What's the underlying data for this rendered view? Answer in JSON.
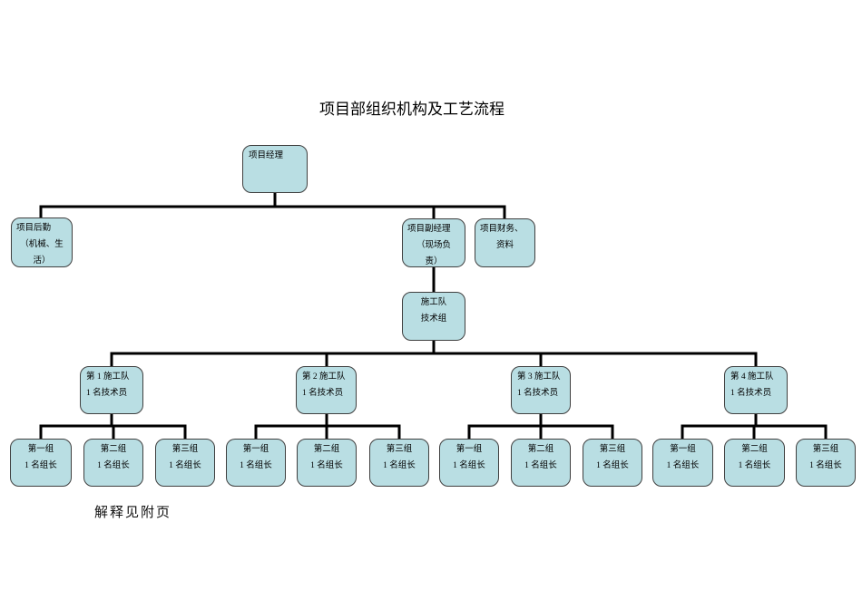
{
  "title": "项目部组织机构及工艺流程",
  "footer_note": "解释见附页",
  "colors": {
    "box_fill": "#b9dee3",
    "box_border": "#3f3f3f",
    "connector": "#000000",
    "background": "#ffffff"
  },
  "nodes": {
    "project_manager": {
      "lines": [
        "项目经理"
      ]
    },
    "logistics": {
      "lines": [
        "项目后勤",
        "（机械、生",
        "活）"
      ]
    },
    "deputy_manager": {
      "lines": [
        "项目副经理",
        "（现场负",
        "责）"
      ]
    },
    "finance": {
      "lines": [
        "项目财务、",
        "资料"
      ]
    },
    "tech_group": {
      "lines": [
        "施工队",
        "技术组"
      ]
    },
    "teams": [
      {
        "lines": [
          "第 1 施工队",
          "1 名技术员"
        ]
      },
      {
        "lines": [
          "第 2 施工队",
          "1 名技术员"
        ]
      },
      {
        "lines": [
          "第 3 施工队",
          "1 名技术员"
        ]
      },
      {
        "lines": [
          "第 4 施工队",
          "1 名技术员"
        ]
      }
    ],
    "groups": [
      {
        "lines": [
          "第一组",
          "1 名组长"
        ]
      },
      {
        "lines": [
          "第二组",
          "1 名组长"
        ]
      },
      {
        "lines": [
          "第三组",
          "1 名组长"
        ]
      },
      {
        "lines": [
          "第一组",
          "1 名组长"
        ]
      },
      {
        "lines": [
          "第二组",
          "1 名组长"
        ]
      },
      {
        "lines": [
          "第三组",
          "1 名组长"
        ]
      },
      {
        "lines": [
          "第一组",
          "1 名组长"
        ]
      },
      {
        "lines": [
          "第二组",
          "1 名组长"
        ]
      },
      {
        "lines": [
          "第三组",
          "1 名组长"
        ]
      },
      {
        "lines": [
          "第一组",
          "1 名组长"
        ]
      },
      {
        "lines": [
          "第二组",
          "1 名组长"
        ]
      },
      {
        "lines": [
          "第三组",
          "1 名组长"
        ]
      }
    ]
  }
}
